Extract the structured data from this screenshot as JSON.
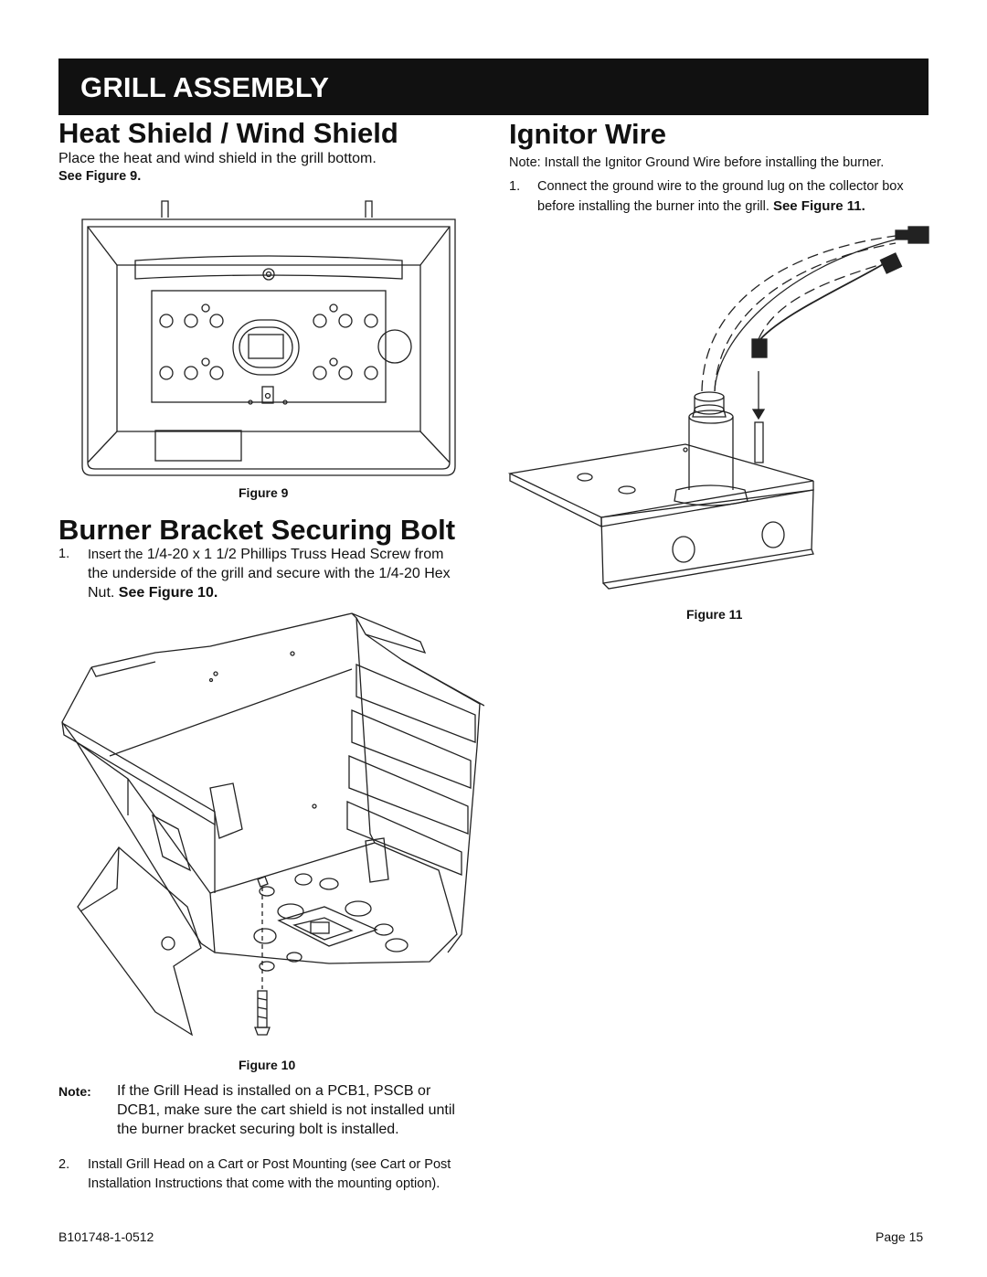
{
  "banner": {
    "title": "GRILL ASSEMBLY"
  },
  "heat_shield": {
    "heading": "Heat Shield / Wind Shield",
    "text": "Place the heat and wind shield in the grill bottom.",
    "see": "See Figure 9.",
    "caption": "Figure 9"
  },
  "burner_bracket": {
    "heading": "Burner Bracket Securing Bolt",
    "step1_num": "1.",
    "step1_prefix": "Insert the",
    "step1_line1": "1/4-20 x 1 1/2 Phillips Truss Head Screw from",
    "step1_line2": "the underside of the grill and secure with the 1/4-20 Hex",
    "step1_line3": "Nut.",
    "step1_see": "See Figure 10.",
    "caption": "Figure 10",
    "note_label": "Note:",
    "note_line1": "If the Grill Head is installed on a PCB1, PSCB or",
    "note_line2": "DCB1, make sure the cart shield is not installed until",
    "note_line3": "the burner bracket securing bolt is installed.",
    "step2_num": "2.",
    "step2_line1": "Install Grill Head on a Cart or Post Mounting (see Cart or Post",
    "step2_line2": "Installation Instructions that come with the mounting option)."
  },
  "ignitor": {
    "heading": "Ignitor Wire",
    "note": "Note: Install the Ignitor Ground Wire before installing the burner.",
    "step1_num": "1.",
    "step1_line1": "Connect the ground wire to the ground lug on the collector box",
    "step1_line2": "before installing the burner into the grill.",
    "step1_see": "See Figure 11.",
    "caption": "Figure 11"
  },
  "footer": {
    "doc_number": "B101748-1-0512",
    "page": "Page 15"
  }
}
